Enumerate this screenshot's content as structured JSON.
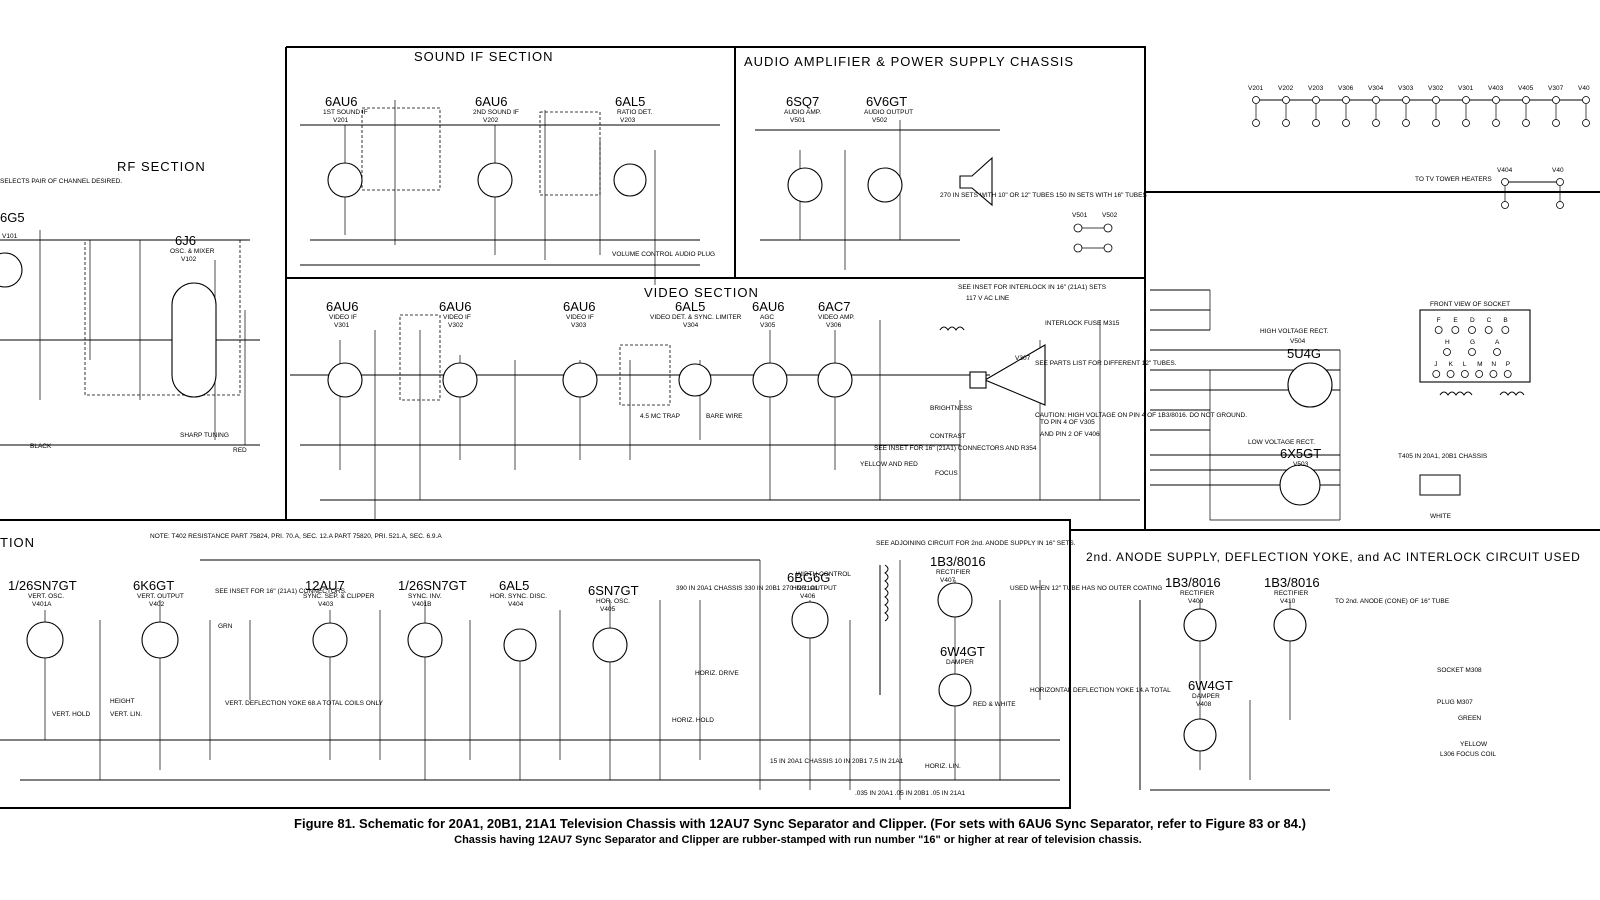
{
  "sections": {
    "sound_if": "SOUND IF SECTION",
    "audio_power": "AUDIO AMPLIFIER & POWER SUPPLY CHASSIS",
    "rf": "RF SECTION",
    "video": "VIDEO SECTION",
    "sweep_partial": "TION",
    "inset_title": "2nd. ANODE SUPPLY, DEFLECTION YOKE, and AC INTERLOCK CIRCUIT USED"
  },
  "tubes": {
    "v201": {
      "type": "6AU6",
      "fn": "1ST SOUND IF",
      "ref": "V201"
    },
    "v202": {
      "type": "6AU6",
      "fn": "2ND SOUND IF",
      "ref": "V202"
    },
    "v203": {
      "type": "6AL5",
      "fn": "RATIO DET.",
      "ref": "V203"
    },
    "v501": {
      "type": "6SQ7",
      "fn": "AUDIO AMP.",
      "ref": "V501"
    },
    "v502": {
      "type": "6V6GT",
      "fn": "AUDIO OUTPUT",
      "ref": "V502"
    },
    "v101": {
      "type": "6G5",
      "ref": "V101"
    },
    "v102": {
      "type": "6J6",
      "fn": "OSC. & MIXER",
      "ref": "V102"
    },
    "v301": {
      "type": "6AU6",
      "fn": "VIDEO IF",
      "ref": "V301"
    },
    "v302": {
      "type": "6AU6",
      "fn": "VIDEO IF",
      "ref": "V302"
    },
    "v303": {
      "type": "6AU6",
      "fn": "VIDEO IF",
      "ref": "V303"
    },
    "v304": {
      "type": "6AL5",
      "fn": "VIDEO DET. & SYNC. LIMITER",
      "ref": "V304"
    },
    "v305": {
      "type": "6AU6",
      "fn": "AGC",
      "ref": "V305"
    },
    "v306": {
      "type": "6AC7",
      "fn": "VIDEO AMP.",
      "ref": "V306"
    },
    "v504": {
      "type": "5U4G",
      "fn": "HIGH VOLTAGE RECT.",
      "ref": "V504"
    },
    "v503": {
      "type": "6X5GT",
      "fn": "LOW VOLTAGE RECT.",
      "ref": "V503"
    },
    "v401a": {
      "type": "1/26SN7GT",
      "fn": "VERT. OSC.",
      "ref": "V401A"
    },
    "v402": {
      "type": "6K6GT",
      "fn": "VERT. OUTPUT",
      "ref": "V402"
    },
    "v403": {
      "type": "12AU7",
      "fn": "SYNC. SEP. & CLIPPER",
      "ref": "V403"
    },
    "v401b": {
      "type": "1/26SN7GT",
      "fn": "SYNC. INV.",
      "ref": "V401B"
    },
    "v404": {
      "type": "6AL5",
      "fn": "HOR. SYNC. DISC.",
      "ref": "V404"
    },
    "v405": {
      "type": "6SN7GT",
      "fn": "HOR. OSC.",
      "ref": "V405"
    },
    "v406": {
      "type": "6BG6G",
      "fn": "HOR. OUTPUT",
      "ref": "V406"
    },
    "v407": {
      "type": "1B3/8016",
      "fn": "RECTIFIER",
      "ref": "V407"
    },
    "v408": {
      "type": "6W4GT",
      "fn": "DAMPER",
      "ref": "V408"
    },
    "v409": {
      "type": "1B3/8016",
      "fn": "RECTIFIER",
      "ref": "V409"
    },
    "v410": {
      "type": "1B3/8016",
      "fn": "RECTIFIER",
      "ref": "V410"
    },
    "v408b": {
      "type": "6W4GT",
      "fn": "DAMPER",
      "ref": "V408"
    },
    "v307": {
      "ref": "V307"
    }
  },
  "notes": {
    "rf_select": "SELECTS PAIR OF CHANNEL DESIRED.",
    "t402": "NOTE: T402 RESISTANCE PART 75824, PRI. 70.A, SEC. 12.A PART 75820, PRI. 521.A, SEC. 6.9.A",
    "see_21a1": "SEE INSET FOR 16\" (21A1) CONNECTORS.",
    "interlock": "SEE INSET FOR INTERLOCK IN 16\" (21A1) SETS",
    "parts_list": "SEE PARTS LIST FOR DIFFERENT 12\" TUBES.",
    "caution": "CAUTION: HIGH VOLTAGE ON PIN 4 OF 1B3/8016. DO NOT GROUND.",
    "adjoining": "SEE ADJOINING CIRCUIT FOR 2nd. ANODE SUPPLY IN 16\" SETS.",
    "chassis_390": "390 IN 20A1 CHASSIS 330 IN 20B1 270 IN 21A1",
    "inset_connect": "SEE INSET FOR 16\" (21A1) CONNECTORS AND R354",
    "r270": "270 IN SETS WITH 10\" OR 12\" TUBES 150 IN SETS WITH 16\" TUBES",
    "pin4": "TO PIN 4 OF V305",
    "pin2": "AND PIN 2 OF V406",
    "c423": "15 IN 20A1 CHASSIS 10 IN 20B1 7.5 IN 21A1",
    "c426": ".035 IN 20A1 .05 IN 20B1 .05 IN 21A1",
    "heaters": "TO TV TOWER HEATERS",
    "m301": "FRONT VIEW OF SOCKET",
    "t405": "T405 IN 20A1, 20B1 CHASSIS",
    "used_12": "USED WHEN 12\" TUBE HAS NO OUTER COATING",
    "sharp": "SHARP TUNING",
    "brightness": "BRIGHTNESS",
    "contrast": "CONTRAST",
    "focus": "FOCUS",
    "width": "WIDTH CONTROL",
    "horiz_drive": "HORIZ. DRIVE",
    "horiz_lin": "HORIZ. LIN.",
    "vert_hold": "VERT. HOLD",
    "vert_lin": "VERT. LIN.",
    "height": "HEIGHT",
    "horiz_hold": "HORIZ. HOLD",
    "volume": "VOLUME CONTROL",
    "audio_plug": "AUDIO PLUG",
    "yoke": "VERT. DEFLECTION YOKE 68.A TOTAL COILS ONLY",
    "hdef_yoke": "HORIZONTAL DEFLECTION YOKE 14.A TOTAL",
    "interlock_fuse": "INTERLOCK FUSE M315",
    "ac_line": "117 V AC LINE",
    "red": "RED",
    "black": "BLACK",
    "red_white": "RED & WHITE",
    "yellow_red": "YELLOW AND RED",
    "white": "WHITE",
    "green": "GREEN",
    "yellow": "YELLOW",
    "focus_coil": "L306 FOCUS COIL",
    "socket_m308": "SOCKET M308",
    "plug_m307": "PLUG M307",
    "to_2nd_anode": "TO 2nd. ANODE (CONE) OF 16\" TUBE",
    "bare_wire": "BARE WIRE",
    "trap": "4.5 MC TRAP",
    "grn": "GRN"
  },
  "connector_rows": {
    "sockets_top": [
      "V201",
      "V202",
      "V203",
      "V306",
      "V304",
      "V303",
      "V302",
      "V301",
      "V403",
      "V405",
      "V307",
      "V40"
    ],
    "sockets_mid": [
      "V404",
      "V40"
    ],
    "v50x": [
      "V501",
      "V502"
    ],
    "m301_pins": [
      "F",
      "E",
      "D",
      "C",
      "B",
      "H",
      "G",
      "A",
      "J",
      "K",
      "L",
      "M",
      "N",
      "P"
    ]
  },
  "caption": {
    "line1": "Figure 81.  Schematic for 20A1, 20B1, 21A1 Television Chassis with 12AU7 Sync Separator and Clipper.  (For sets with 6AU6 Sync Separator, refer to Figure 83 or 84.)",
    "line2": "Chassis having 12AU7 Sync Separator and Clipper are rubber-stamped with run number \"16\" or higher at rear of television chassis."
  }
}
